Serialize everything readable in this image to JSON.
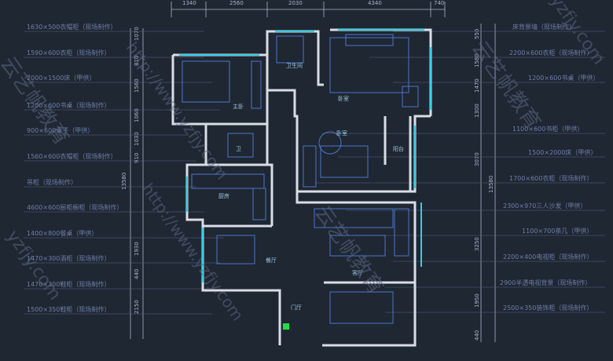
{
  "top_dimensions": [
    "1340",
    "2560",
    "2030",
    "4340",
    "740"
  ],
  "left_dimensions": [
    "1070",
    "810",
    "1560",
    "1060",
    "1030",
    "910",
    "13580",
    "1930",
    "440",
    "2150"
  ],
  "right_dimensions": [
    "550",
    "1580",
    "1470",
    "1300",
    "3070",
    "13580",
    "3250",
    "1950",
    "440"
  ],
  "left_labels": [
    "1630×500衣帽柜（现场制作）",
    "1590×600衣柜（现场制作）",
    "2000×1500床（甲供）",
    "1200×600书桌（现场制作）",
    "900×600桌子（甲供）",
    "1560×600衣帽柜（现场制作）",
    "吊柜（现场制作）",
    "4600×600厨柜橱柜（现场制作）",
    "1400×800餐桌（甲供）",
    "1470×300酒柜（现场制作）",
    "1470×300鞋柜（现场制作）",
    "1500×350鞋柜（现场制作）"
  ],
  "right_labels": [
    "床背景墙（现场制作）",
    "2200×600衣柜（现场制作）",
    "1200×600书桌（甲供）",
    "1100×600书柜（甲供）",
    "1500×2000床（甲供）",
    "1700×600衣柜（现场制作）",
    "2300×970三人沙发（甲供）",
    "1100×700茶几（甲供）",
    "2200×400电视柜（现场制作）",
    "2900半透电视背景（现场制作）",
    "2500×350装饰柜（现场制作）"
  ],
  "room_labels": [
    "主卧",
    "卧室",
    "卫生间",
    "卫",
    "卧室",
    "阳台",
    "厨房",
    "餐厅",
    "门厅",
    "客厅"
  ],
  "watermarks": [
    "http://www.yzfjy.com",
    "云艺帆教育",
    "yzfjy.com",
    "云艺帆教育",
    "http://www.yzfjy.com",
    "云艺帆教育",
    "yzfjy.com"
  ],
  "colors": {
    "background": "#1f2733",
    "wall": "#d8dde6",
    "window": "#2fd0e6",
    "furniture": "#4d76c8",
    "label": "#6f7fa8",
    "dimension": "#aab4c8",
    "marker": "#22dd44"
  }
}
